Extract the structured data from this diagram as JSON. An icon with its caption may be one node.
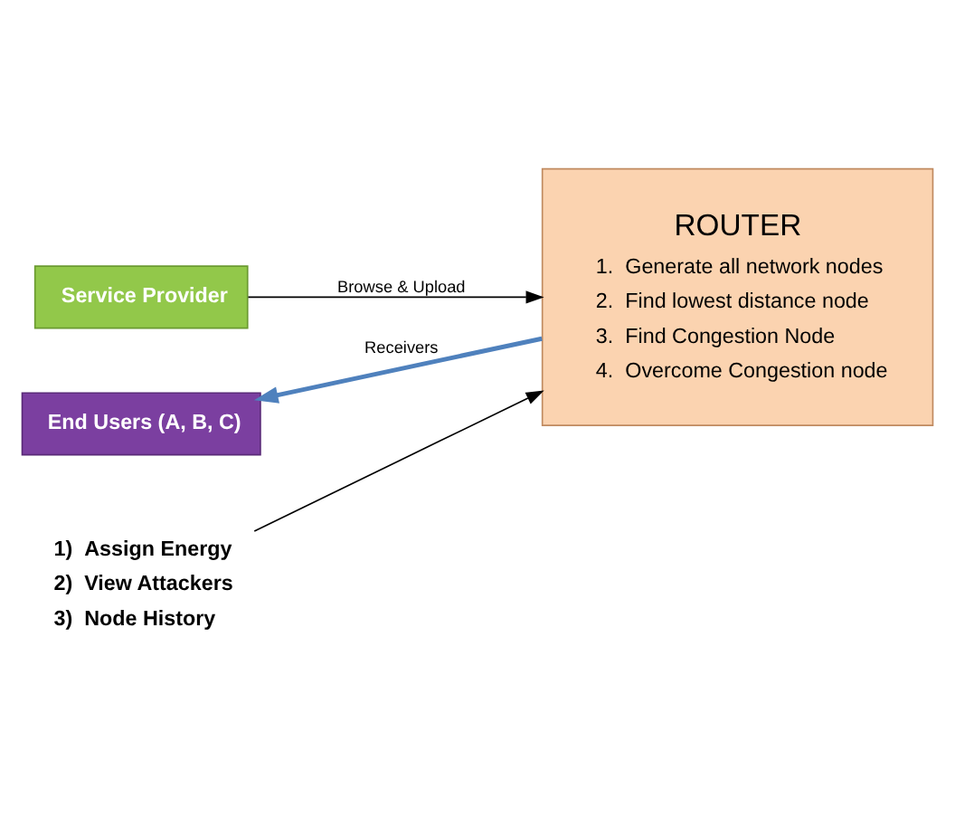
{
  "diagram": {
    "nodes": [
      {
        "text": [
          "Service Provider"
        ]
      },
      {
        "text": [
          "ROUTER",
          "1.  Generate all network nodes",
          "2.  Find lowest distance node",
          "3.  Find Congestion Node",
          "4.  Overcome Congestion node"
        ]
      },
      {
        "text": [
          "1)  Assign Energy",
          "2)  View Attackers",
          "3)  Node History"
        ]
      },
      {
        "text": [
          "End Users (A, B, C)"
        ]
      }
    ],
    "edges": [
      {
        "from": 0,
        "to": 1,
        "arrow": "to",
        "label": "Browse & Upload"
      },
      {
        "from": 2,
        "to": 1,
        "arrow": "to"
      },
      {
        "from": 1,
        "to": 3,
        "arrow": "to",
        "label": "Receivers",
        "style": "thick",
        "color": "#4f81bd"
      }
    ]
  }
}
